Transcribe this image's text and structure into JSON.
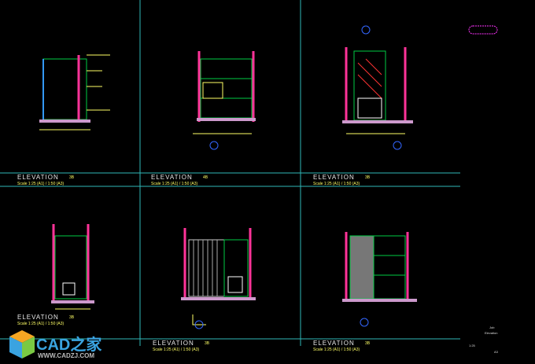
{
  "panels": [
    {
      "title": "ELEVATION",
      "code": "3B",
      "scale": "Scale 1:25 (A1) / 1:50 (A3)"
    },
    {
      "title": "ELEVATION",
      "code": "4B",
      "scale": "Scale 1:25 (A1) / 1:50 (A3)"
    },
    {
      "title": "ELEVATION",
      "code": "3B",
      "scale": "Scale 1:25 (A1) / 1:50 (A3)"
    },
    {
      "title": "ELEVATION",
      "code": "3B",
      "scale": "Scale 1:25 (A1) / 1:50 (A3)"
    },
    {
      "title": "ELEVATION",
      "code": "3B",
      "scale": "Scale 1:25 (A1) / 1:50 (A3)"
    },
    {
      "title": "ELEVATION",
      "code": "3B",
      "scale": "Scale 1:25 (A1) / 1:50 (A3)"
    }
  ],
  "watermark": {
    "name": "CAD之家",
    "url": "WWW.CADZJ.COM"
  },
  "title_block": {
    "line1": "Job",
    "line2": "Elevation",
    "line3": "1:25",
    "line4": "A3"
  },
  "colors": {
    "grid": "#2fb8b8",
    "text": "#ffff66",
    "wall": "#ff3399",
    "line": "#00cc44"
  }
}
